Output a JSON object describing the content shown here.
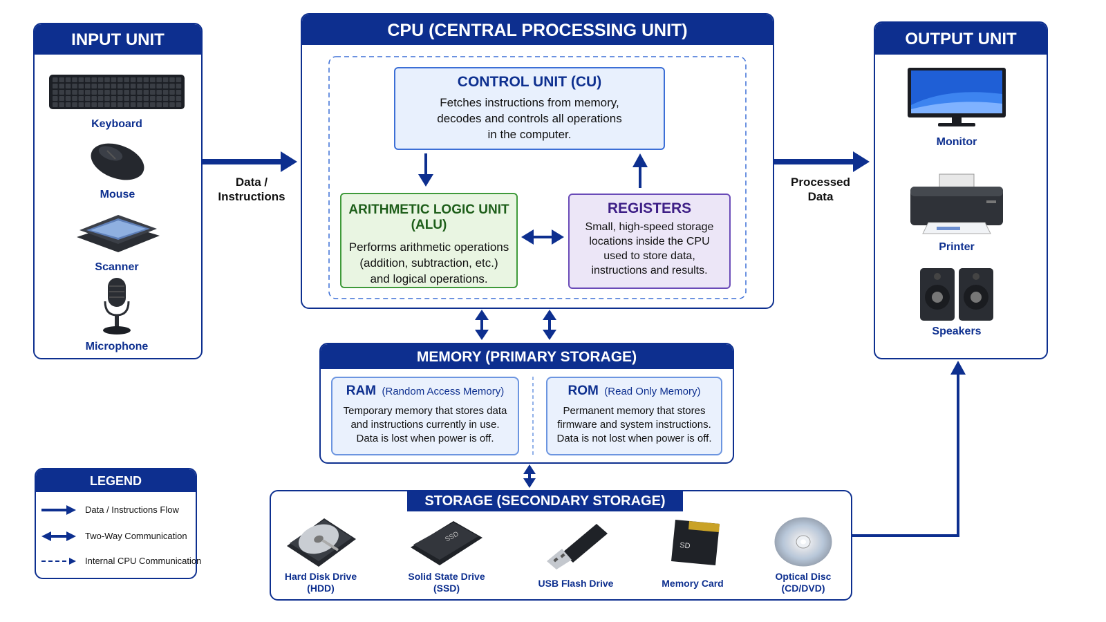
{
  "input_unit": {
    "title": "INPUT UNIT",
    "devices": [
      "Keyboard",
      "Mouse",
      "Scanner",
      "Microphone"
    ]
  },
  "cpu": {
    "title": "CPU (CENTRAL PROCESSING UNIT)",
    "control_unit": {
      "title": "CONTROL UNIT (CU)",
      "desc_lines": [
        "Fetches instructions from memory,",
        "decodes and controls all operations",
        "in the computer."
      ]
    },
    "alu": {
      "title": "ARITHMETIC LOGIC UNIT (ALU)",
      "desc_lines": [
        "Performs arithmetic operations",
        "(addition, subtraction, etc.)",
        "and logical operations."
      ]
    },
    "registers": {
      "title": "REGISTERS",
      "desc_lines": [
        "Small, high-speed storage",
        "locations inside the CPU",
        "used to store data,",
        "instructions and results."
      ]
    }
  },
  "output_unit": {
    "title": "OUTPUT UNIT",
    "devices": [
      "Monitor",
      "Printer",
      "Speakers"
    ]
  },
  "flows": {
    "input_to_cpu": [
      "Data /",
      "Instructions"
    ],
    "cpu_to_output": [
      "Processed",
      "Data"
    ]
  },
  "memory": {
    "title": "MEMORY (PRIMARY STORAGE)",
    "ram": {
      "title": "RAM",
      "subtitle": "(Random Access Memory)",
      "desc_lines": [
        "Temporary memory that stores data",
        "and instructions currently in use.",
        "Data is lost when power is off."
      ]
    },
    "rom": {
      "title": "ROM",
      "subtitle": "(Read Only Memory)",
      "desc_lines": [
        "Permanent memory that stores",
        "firmware and system instructions.",
        "Data is not lost when power is off."
      ]
    }
  },
  "storage": {
    "title": "STORAGE (SECONDARY STORAGE)",
    "devices": [
      {
        "lines": [
          "Hard Disk Drive",
          "(HDD)"
        ]
      },
      {
        "lines": [
          "Solid State Drive",
          "(SSD)"
        ]
      },
      {
        "lines": [
          "USB Flash Drive"
        ]
      },
      {
        "lines": [
          "Memory Card"
        ]
      },
      {
        "lines": [
          "Optical Disc",
          "(CD/DVD)"
        ]
      }
    ]
  },
  "legend": {
    "title": "LEGEND",
    "items": [
      "Data / Instructions Flow",
      "Two-Way Communication",
      "Internal CPU Communication"
    ]
  },
  "colors": {
    "primary": "#0d2f8f",
    "cu_fill": "#e8f0fd",
    "alu_fill": "#e9f5e2",
    "registers_fill": "#ece6f7"
  }
}
